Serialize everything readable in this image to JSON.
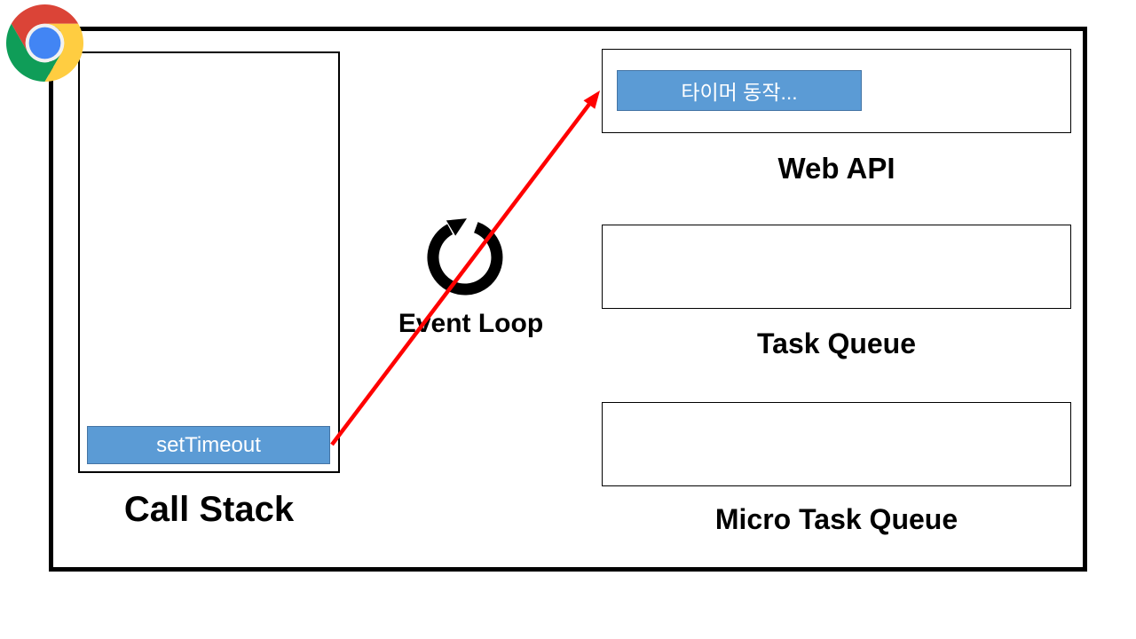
{
  "colors": {
    "frame_border": "#000000",
    "box_border": "#000000",
    "item_fill": "#5b9bd5",
    "item_border": "#4474a4",
    "item_text": "#ffffff",
    "label_text": "#000000",
    "arrow_red": "#ff0000",
    "loop_icon": "#000000",
    "chrome_red": "#db4437",
    "chrome_green": "#0f9d58",
    "chrome_yellow": "#ffcd41",
    "chrome_blue": "#4285f4",
    "chrome_ring": "#f1f1f1"
  },
  "call_stack": {
    "label": "Call Stack",
    "items": [
      {
        "label": "setTimeout"
      }
    ]
  },
  "event_loop": {
    "label": "Event Loop"
  },
  "web_api": {
    "label": "Web API",
    "items": [
      {
        "label": "타이머 동작..."
      }
    ]
  },
  "task_queue": {
    "label": "Task Queue",
    "items": []
  },
  "micro_task_queue": {
    "label": "Micro Task Queue",
    "items": []
  },
  "icons": {
    "chrome": "chrome-logo",
    "event_loop": "circular-loop-arrow",
    "arrow": "red-arrow-settimeout-to-webapi"
  }
}
